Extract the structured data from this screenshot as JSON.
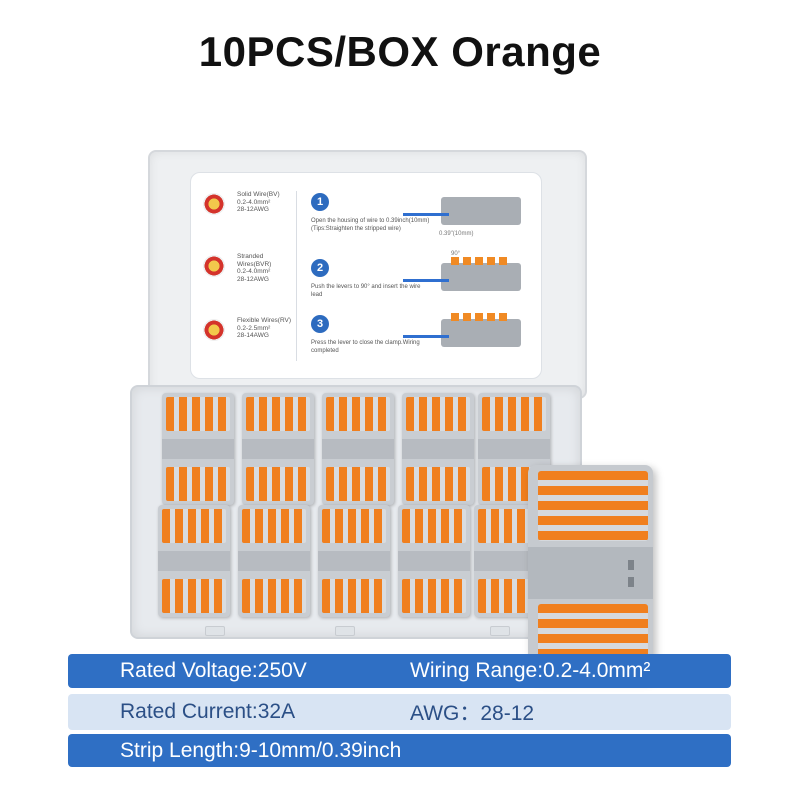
{
  "title": "10PCS/BOX Orange",
  "instruction_card": {
    "wires": [
      {
        "name": "Solid Wire(BV)",
        "range": "0.2-4.0mm²",
        "awg": "28-12AWG"
      },
      {
        "name": "Stranded Wires(BVR)",
        "range": "0.2-4.0mm²",
        "awg": "28-12AWG"
      },
      {
        "name": "Flexible Wires(RV)",
        "range": "0.2-2.5mm²",
        "awg": "28-14AWG"
      }
    ],
    "steps": [
      {
        "num": "1",
        "text": "Open the housing of wire to 0.39inch(10mm) (Tips:Straighten the stripped wire)",
        "note": "0.39\"(10mm)"
      },
      {
        "num": "2",
        "text": "Push the levers to 90° and insert the wire lead",
        "note": "90°"
      },
      {
        "num": "3",
        "text": "Press the lever to close the clamp.Wiring completed",
        "note": ""
      }
    ]
  },
  "specs": {
    "row1": {
      "left": "Rated Voltage:250V",
      "right": "Wiring Range:0.2-4.0mm²"
    },
    "row2": {
      "left": "Rated Current:32A",
      "right": "AWG：28-12"
    },
    "row3": {
      "left": "Strip Length:9-10mm/0.39inch"
    }
  },
  "colors": {
    "accent_blue": "#2f6fc4",
    "light_blue": "#d8e4f3",
    "lever_orange": "#f07f1e",
    "housing_gray": "#c9cdd2"
  }
}
